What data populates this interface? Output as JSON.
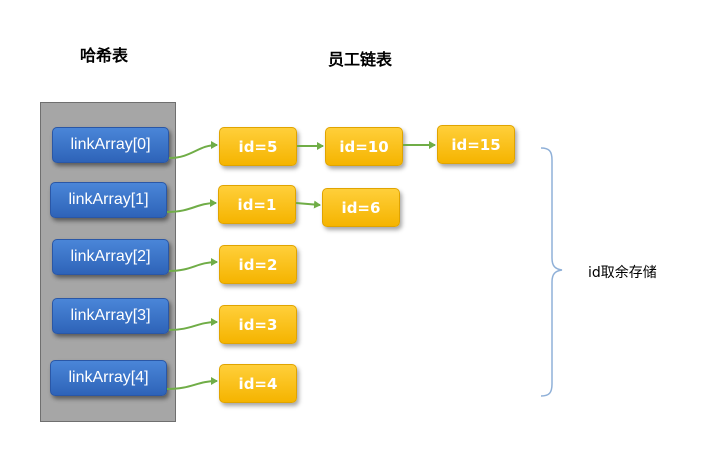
{
  "hash_title": "哈希表",
  "list_title": "员工链表",
  "slots": [
    "linkArray[0]",
    "linkArray[1]",
    "linkArray[2]",
    "linkArray[3]",
    "linkArray[4]"
  ],
  "chains": [
    [
      "id=5",
      "id=10",
      "id=15"
    ],
    [
      "id=1",
      "id=6"
    ],
    [
      "id=2"
    ],
    [
      "id=3"
    ],
    [
      "id=4"
    ]
  ],
  "brace_label": "id取余存储",
  "colors": {
    "slot": "#3b73c9",
    "node": "#f8be12",
    "arrow": "#70ad47",
    "brace": "#8fb0d8",
    "panel": "#a6a6a6"
  }
}
